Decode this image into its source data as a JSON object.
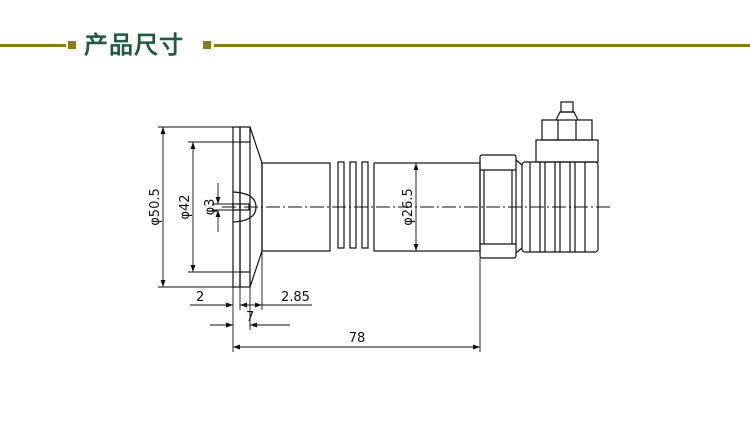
{
  "header": {
    "title": "产品尺寸",
    "accent_color": "#8c7c16",
    "title_color": "#1e5b42"
  },
  "dimensions": {
    "flange_diameter": "φ50.5",
    "seal_diameter": "φ42",
    "port_diameter": "φ3",
    "body_diameter": "φ26.5",
    "flange_thickness": "2",
    "neck_offset": "2.85",
    "spacing": "7",
    "overall_length": "78"
  }
}
